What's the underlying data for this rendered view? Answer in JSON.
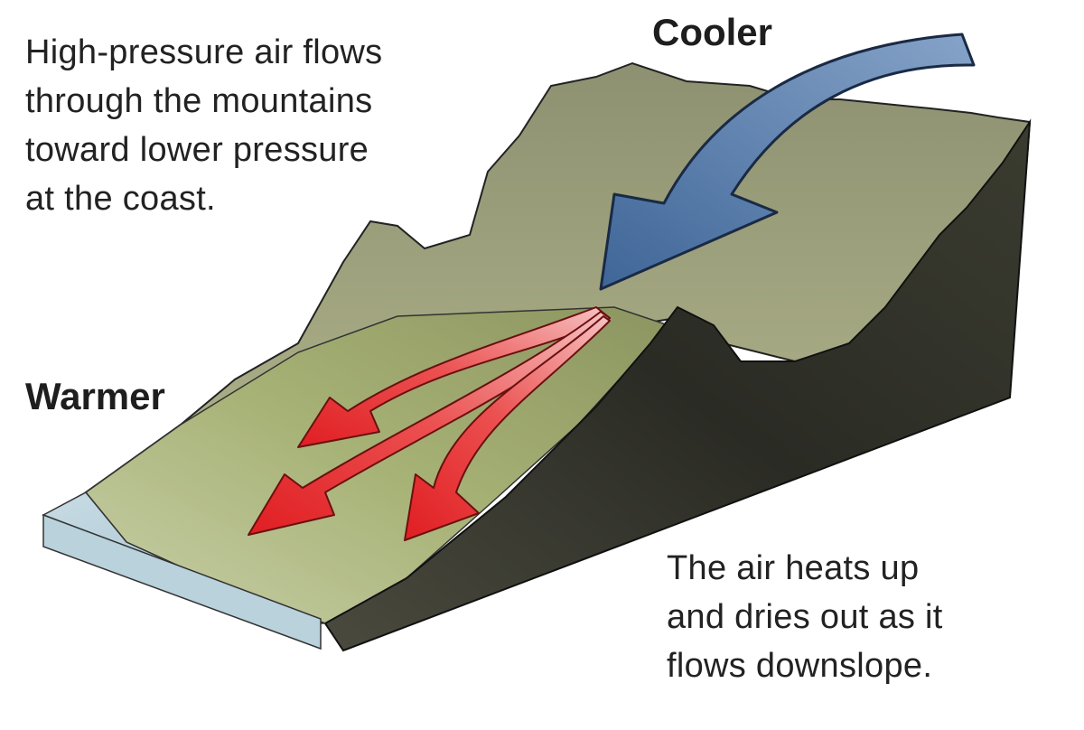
{
  "captions": {
    "top_left": [
      "High-pressure air flows",
      "through the mountains",
      "toward lower pressure",
      "at the coast."
    ],
    "bottom_right": [
      "The air heats up",
      "and dries out as it",
      "flows downslope."
    ]
  },
  "labels": {
    "cooler": "Cooler",
    "warmer": "Warmer"
  },
  "colors": {
    "cool_arrow": "#5b7fae",
    "warm_arrow": "#e8383a",
    "dark_slope": "#2f3027",
    "valley_green": "#a9b27a",
    "water": "#a9c7d6"
  }
}
